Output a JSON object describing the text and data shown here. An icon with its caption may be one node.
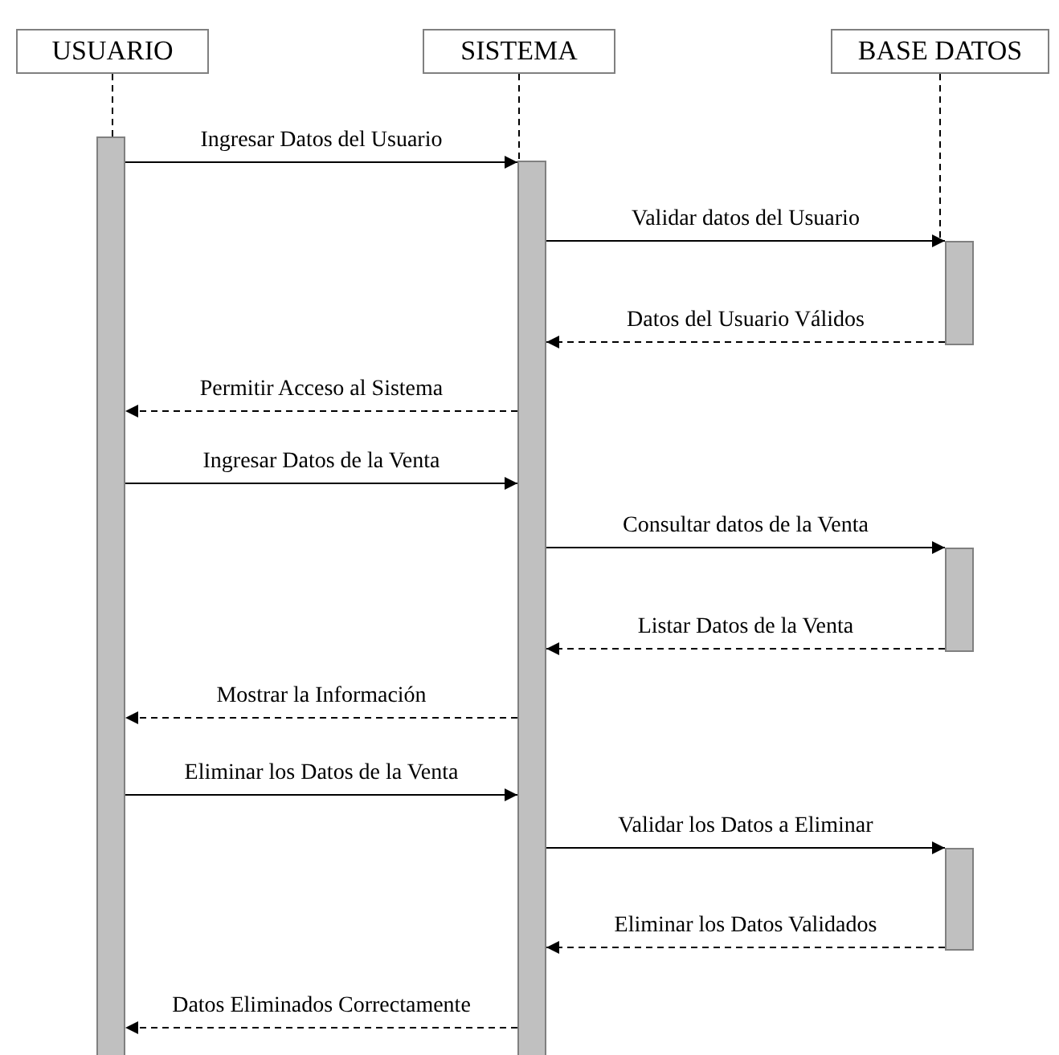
{
  "diagram": {
    "nodes": [
      {
        "text": [
          "USUARIO"
        ]
      },
      {
        "text": [
          "SISTEMA"
        ]
      },
      {
        "text": [
          "BASE DATOS"
        ]
      },
      {
        "text": [],
        "shape": "bar"
      },
      {
        "text": [],
        "shape": "bar"
      },
      {
        "text": [],
        "shape": "bar"
      },
      {
        "text": [],
        "shape": "bar"
      },
      {
        "text": [],
        "shape": "bar"
      }
    ],
    "edges": [
      {
        "from": 0,
        "to": 3,
        "arrow": "none",
        "style": "dashed"
      },
      {
        "from": 1,
        "to": 4,
        "arrow": "none",
        "style": "dashed"
      },
      {
        "from": 2,
        "to": 5,
        "arrow": "none",
        "style": "dashed"
      },
      {
        "from": 3,
        "to": 4,
        "arrow": "to",
        "label": "Ingresar Datos del Usuario"
      },
      {
        "from": 4,
        "to": 5,
        "arrow": "to",
        "label": "Validar datos del Usuario"
      },
      {
        "from": 5,
        "to": 4,
        "arrow": "to",
        "label": "Datos del Usuario Válidos",
        "style": "dashed"
      },
      {
        "from": 4,
        "to": 3,
        "arrow": "to",
        "label": "Permitir Acceso al Sistema",
        "style": "dashed"
      },
      {
        "from": 3,
        "to": 4,
        "arrow": "to",
        "label": "Ingresar Datos de la Venta"
      },
      {
        "from": 4,
        "to": 6,
        "arrow": "to",
        "label": "Consultar datos de la Venta"
      },
      {
        "from": 6,
        "to": 4,
        "arrow": "to",
        "label": "Listar Datos de la Venta",
        "style": "dashed"
      },
      {
        "from": 4,
        "to": 3,
        "arrow": "to",
        "label": "Mostrar la Información",
        "style": "dashed"
      },
      {
        "from": 3,
        "to": 4,
        "arrow": "to",
        "label": "Eliminar los Datos de la Venta"
      },
      {
        "from": 4,
        "to": 7,
        "arrow": "to",
        "label": "Validar los Datos a Eliminar"
      },
      {
        "from": 7,
        "to": 4,
        "arrow": "to",
        "label": "Eliminar los Datos Validados",
        "style": "dashed"
      },
      {
        "from": 4,
        "to": 3,
        "arrow": "to",
        "label": "Datos Eliminados Correctamente",
        "style": "dashed"
      }
    ]
  }
}
